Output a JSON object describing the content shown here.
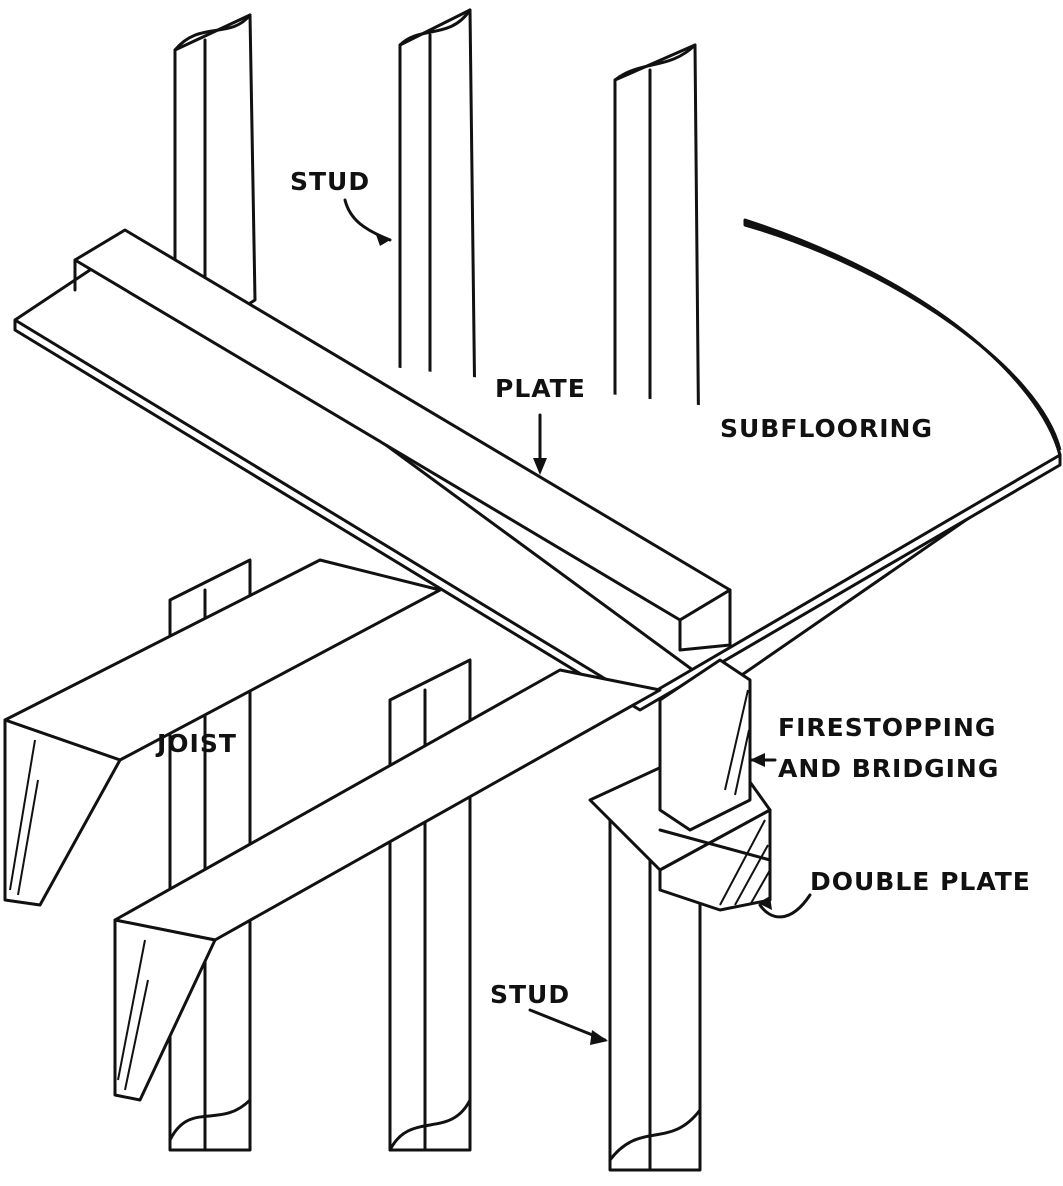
{
  "labels": {
    "stud_upper": "STUD",
    "plate": "PLATE",
    "subflooring": "SUBFLOORING",
    "joist": "JOIST",
    "firestopping_line1": "FIRESTOPPING",
    "firestopping_line2": "AND BRIDGING",
    "double_plate": "DOUBLE PLATE",
    "stud_lower": "STUD"
  }
}
